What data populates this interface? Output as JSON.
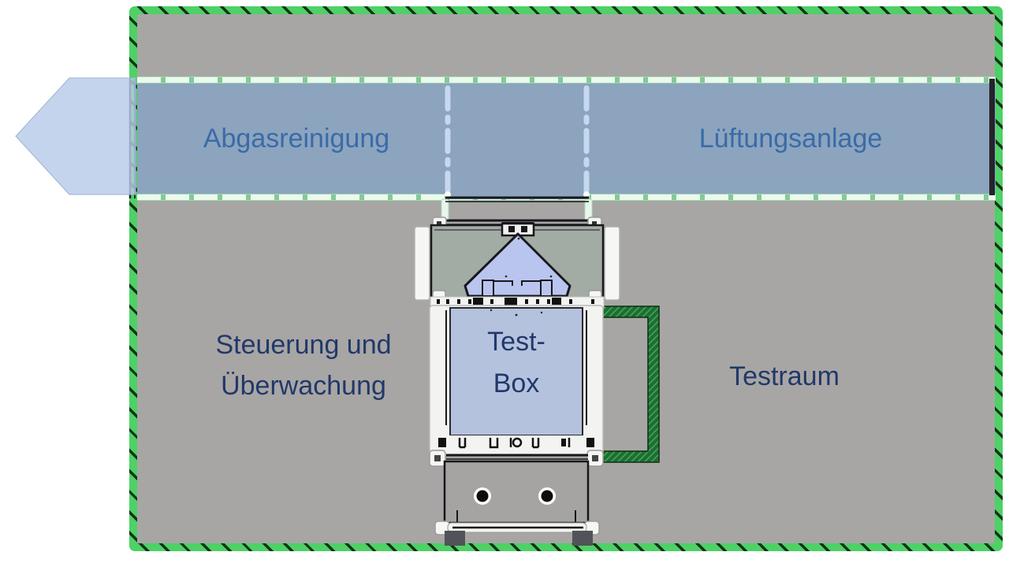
{
  "labels": {
    "exhaust_cleaning": "Abgasreinigung",
    "ventilation_system": "Lüftungsanlage",
    "control_monitoring_line1": "Steuerung und",
    "control_monitoring_line2": "Überwachung",
    "test_box_line1": "Test-",
    "test_box_line2": "Box",
    "test_room": "Testraum"
  },
  "colors": {
    "room_fill_gray": "#a8a6a4",
    "duct_band_blue": "#8ca4be",
    "duct_label_blue": "#3a6ba8",
    "room_label_navy": "#21386a",
    "flow_arrow_blue": "#b7cbe8",
    "test_box_fill": "#b4c2de",
    "hood_funnel_fill": "#b9c5ef",
    "boundary_green": "#4ed166",
    "door_frame_green": "#1c6e31",
    "linework_black": "#17171c"
  }
}
